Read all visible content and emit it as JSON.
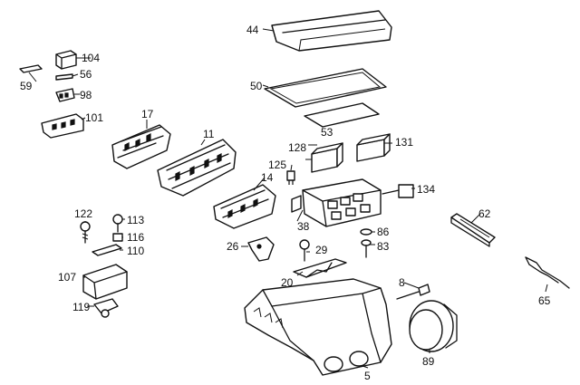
{
  "labels": {
    "p44": "44",
    "p50": "50",
    "p53": "53",
    "p128": "128",
    "p131": "131",
    "p125": "125",
    "p134": "134",
    "p14": "14",
    "p38": "38",
    "p86": "86",
    "p83": "83",
    "p29": "29",
    "p26": "26",
    "p20": "20",
    "p62": "62",
    "p65": "65",
    "p8": "8",
    "p89": "89",
    "p5": "5",
    "p17": "17",
    "p11": "11",
    "p104": "104",
    "p56": "56",
    "p59": "59",
    "p98": "98",
    "p101": "101",
    "p122": "122",
    "p113": "113",
    "p116": "116",
    "p110": "110",
    "p107": "107",
    "p119": "119"
  },
  "icons": [
    "cover-icon",
    "gasket-icon",
    "insulation-pad-icon",
    "relay-icon",
    "fuse-icon",
    "fuse-carrier-icon",
    "screw-icon",
    "bracket-icon",
    "housing-icon",
    "sleeve-icon"
  ]
}
